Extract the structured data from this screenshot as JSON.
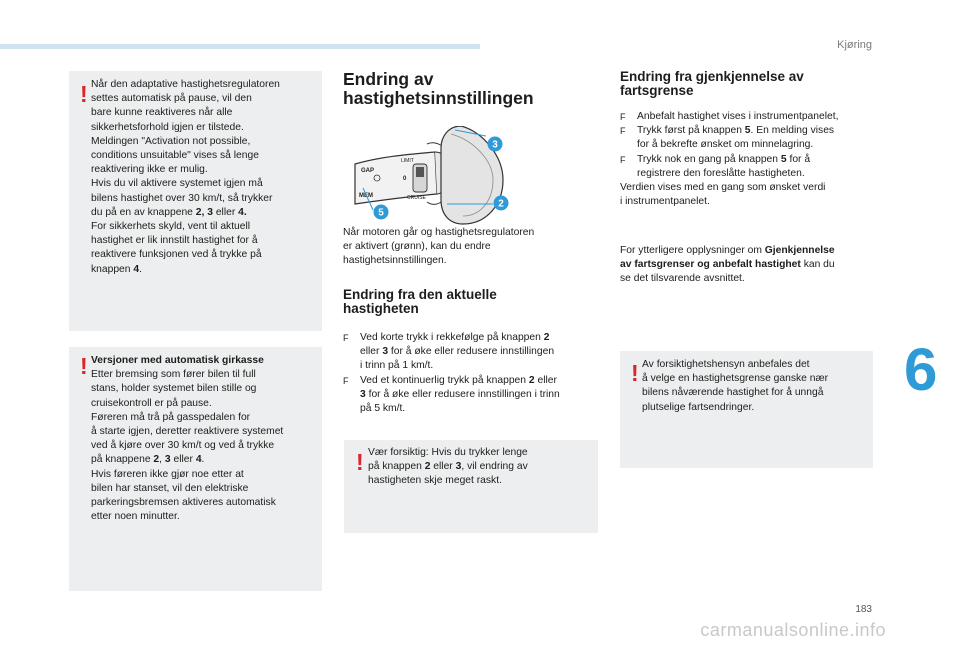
{
  "header": {
    "section": "Kjøring",
    "chapter": "6",
    "page": "183"
  },
  "watermark": "carmanualsonline.info",
  "left": {
    "box1_lines": [
      "Når den adaptative hastighetsregulatoren",
      "settes automatisk på pause, vil den",
      "bare kunne reaktiveres når alle",
      "sikkerhetsforhold igjen er tilstede.",
      "Meldingen \"Activation not possible,",
      "conditions unsuitable\" vises så lenge",
      "reaktivering ikke er mulig.",
      "Hvis du vil aktivere systemet igjen må",
      "bilens hastighet over 30 km/t, så trykker"
    ],
    "box1_l10a": "du på en av knappene ",
    "box1_l10b": "2, 3",
    "box1_l10c": " eller ",
    "box1_l10d": "4.",
    "box1_lines2": [
      "For sikkerhets skyld, vent til aktuell",
      "hastighet er lik innstilt hastighet for å",
      "reaktivere funksjonen ved å trykke på"
    ],
    "box1_l14a": "knappen ",
    "box1_l14b": "4",
    "box1_l14c": ".",
    "box2_title": "Versjoner med automatisk girkasse",
    "box2_lines": [
      "Etter bremsing som fører bilen til full",
      "stans, holder systemet bilen stille og",
      "cruisekontroll er på pause.",
      "Føreren må trå på gasspedalen for",
      "å starte igjen, deretter reaktivere systemet",
      "ved å kjøre over 30 km/t og ved å trykke"
    ],
    "box2_l8a": "på knappene ",
    "box2_l8b": "2",
    "box2_l8c": ", ",
    "box2_l8d": "3",
    "box2_l8e": " eller ",
    "box2_l8f": "4",
    "box2_l8g": ".",
    "box2_lines2": [
      "Hvis føreren ikke gjør noe etter at",
      "bilen har stanset, vil den elektriske",
      "parkeringsbremsen aktiveres automatisk",
      "etter noen minutter."
    ]
  },
  "middle": {
    "title_l1": "Endring av",
    "title_l2": "hastighetsinnstillingen",
    "illustration": {
      "callouts": [
        "3",
        "2",
        "5"
      ],
      "labels": [
        "GAP",
        "LIMIT",
        "0",
        "CRUISE",
        "MEM"
      ]
    },
    "intro_lines": [
      "Når motoren går og hastighetsregulatoren",
      "er aktivert (grønn), kan du endre",
      "hastighetsinnstillingen."
    ],
    "sub_l1": "Endring fra den aktuelle",
    "sub_l2": "hastigheten",
    "bullet_mark": "F",
    "b1_l1a": "Ved korte trykk i rekkefølge på knappen ",
    "b1_l1b": "2",
    "b1_l2a": "eller ",
    "b1_l2b": "3",
    "b1_l2c": " for å øke eller redusere innstillingen",
    "b1_l3": "i trinn på 1 km/t.",
    "b2_l1a": "Ved et kontinuerlig trykk på knappen ",
    "b2_l1b": "2",
    "b2_l1c": " eller",
    "b2_l2a": "3",
    "b2_l2b": " for å øke eller redusere innstillingen i trinn",
    "b2_l3": "på 5 km/t.",
    "warn_l1": "Vær forsiktig: Hvis du trykker lenge",
    "warn_l2a": "på knappen ",
    "warn_l2b": "2",
    "warn_l2c": " eller ",
    "warn_l2d": "3",
    "warn_l2e": ", vil endring av",
    "warn_l3": "hastigheten skje meget raskt."
  },
  "right": {
    "title_l1": "Endring fra gjenkjennelse av",
    "title_l2": "fartsgrense",
    "r1": "Anbefalt hastighet vises i instrumentpanelet,",
    "r2_l1a": "Trykk først på knappen ",
    "r2_l1b": "5",
    "r2_l1c": ". En melding vises",
    "r2_l2": "for å bekrefte ønsket om minnelagring.",
    "r3_l1a": "Trykk nok en gang på knappen ",
    "r3_l1b": "5",
    "r3_l1c": " for å",
    "r3_l2": "registrere den foreslåtte hastigheten.",
    "after_l1": "Verdien vises med en gang som ønsket verdi",
    "after_l2": "i instrumentpanelet.",
    "more_l1a": "For ytterligere opplysninger om ",
    "more_l1b": "Gjenkjennelse",
    "more_l2a": "av fartsgrenser og anbefalt hastighet",
    "more_l2b": " kan du",
    "more_l3": "se det tilsvarende avsnittet.",
    "box_lines": [
      "Av forsiktighetshensyn anbefales det",
      "å velge en hastighetsgrense ganske nær",
      "bilens nåværende hastighet for å unngå",
      "plutselige fartsendringer."
    ]
  }
}
